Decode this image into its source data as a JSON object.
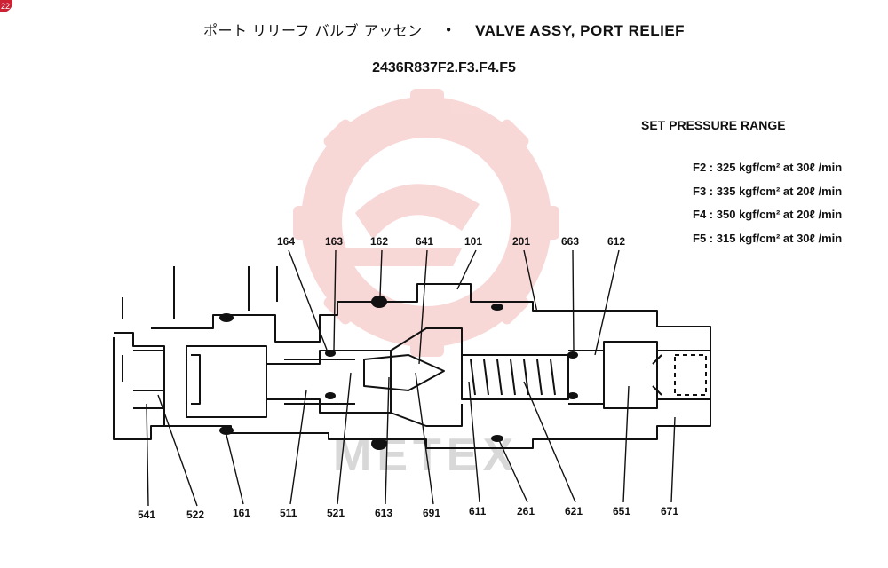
{
  "badge": "22",
  "title": {
    "japanese": "ポート リリーフ バルブ アッセン",
    "separator": "・",
    "english": "VALVE ASSY, PORT RELIEF"
  },
  "part_number": "2436R837F2.F3.F4.F5",
  "pressure_range": {
    "heading": "SET PRESSURE RANGE",
    "rows": [
      {
        "code": "F2",
        "sep": ":",
        "text": "325 kgf/cm² at 30ℓ /min"
      },
      {
        "code": "F3",
        "sep": ":",
        "text": "335 kgf/cm² at 20ℓ /min"
      },
      {
        "code": "F4",
        "sep": ":",
        "text": "350 kgf/cm² at 20ℓ /min"
      },
      {
        "code": "F5",
        "sep": ":",
        "text": "315 kgf/cm² at 30ℓ /min"
      }
    ]
  },
  "watermark": {
    "text": "METEX",
    "color": "#f4b8b8"
  },
  "callouts_top": [
    "164",
    "163",
    "162",
    "641",
    "101",
    "201",
    "663",
    "612"
  ],
  "callouts_bottom": [
    "541",
    "522",
    "161",
    "511",
    "521",
    "613",
    "691",
    "611",
    "261",
    "621",
    "651",
    "671"
  ]
}
